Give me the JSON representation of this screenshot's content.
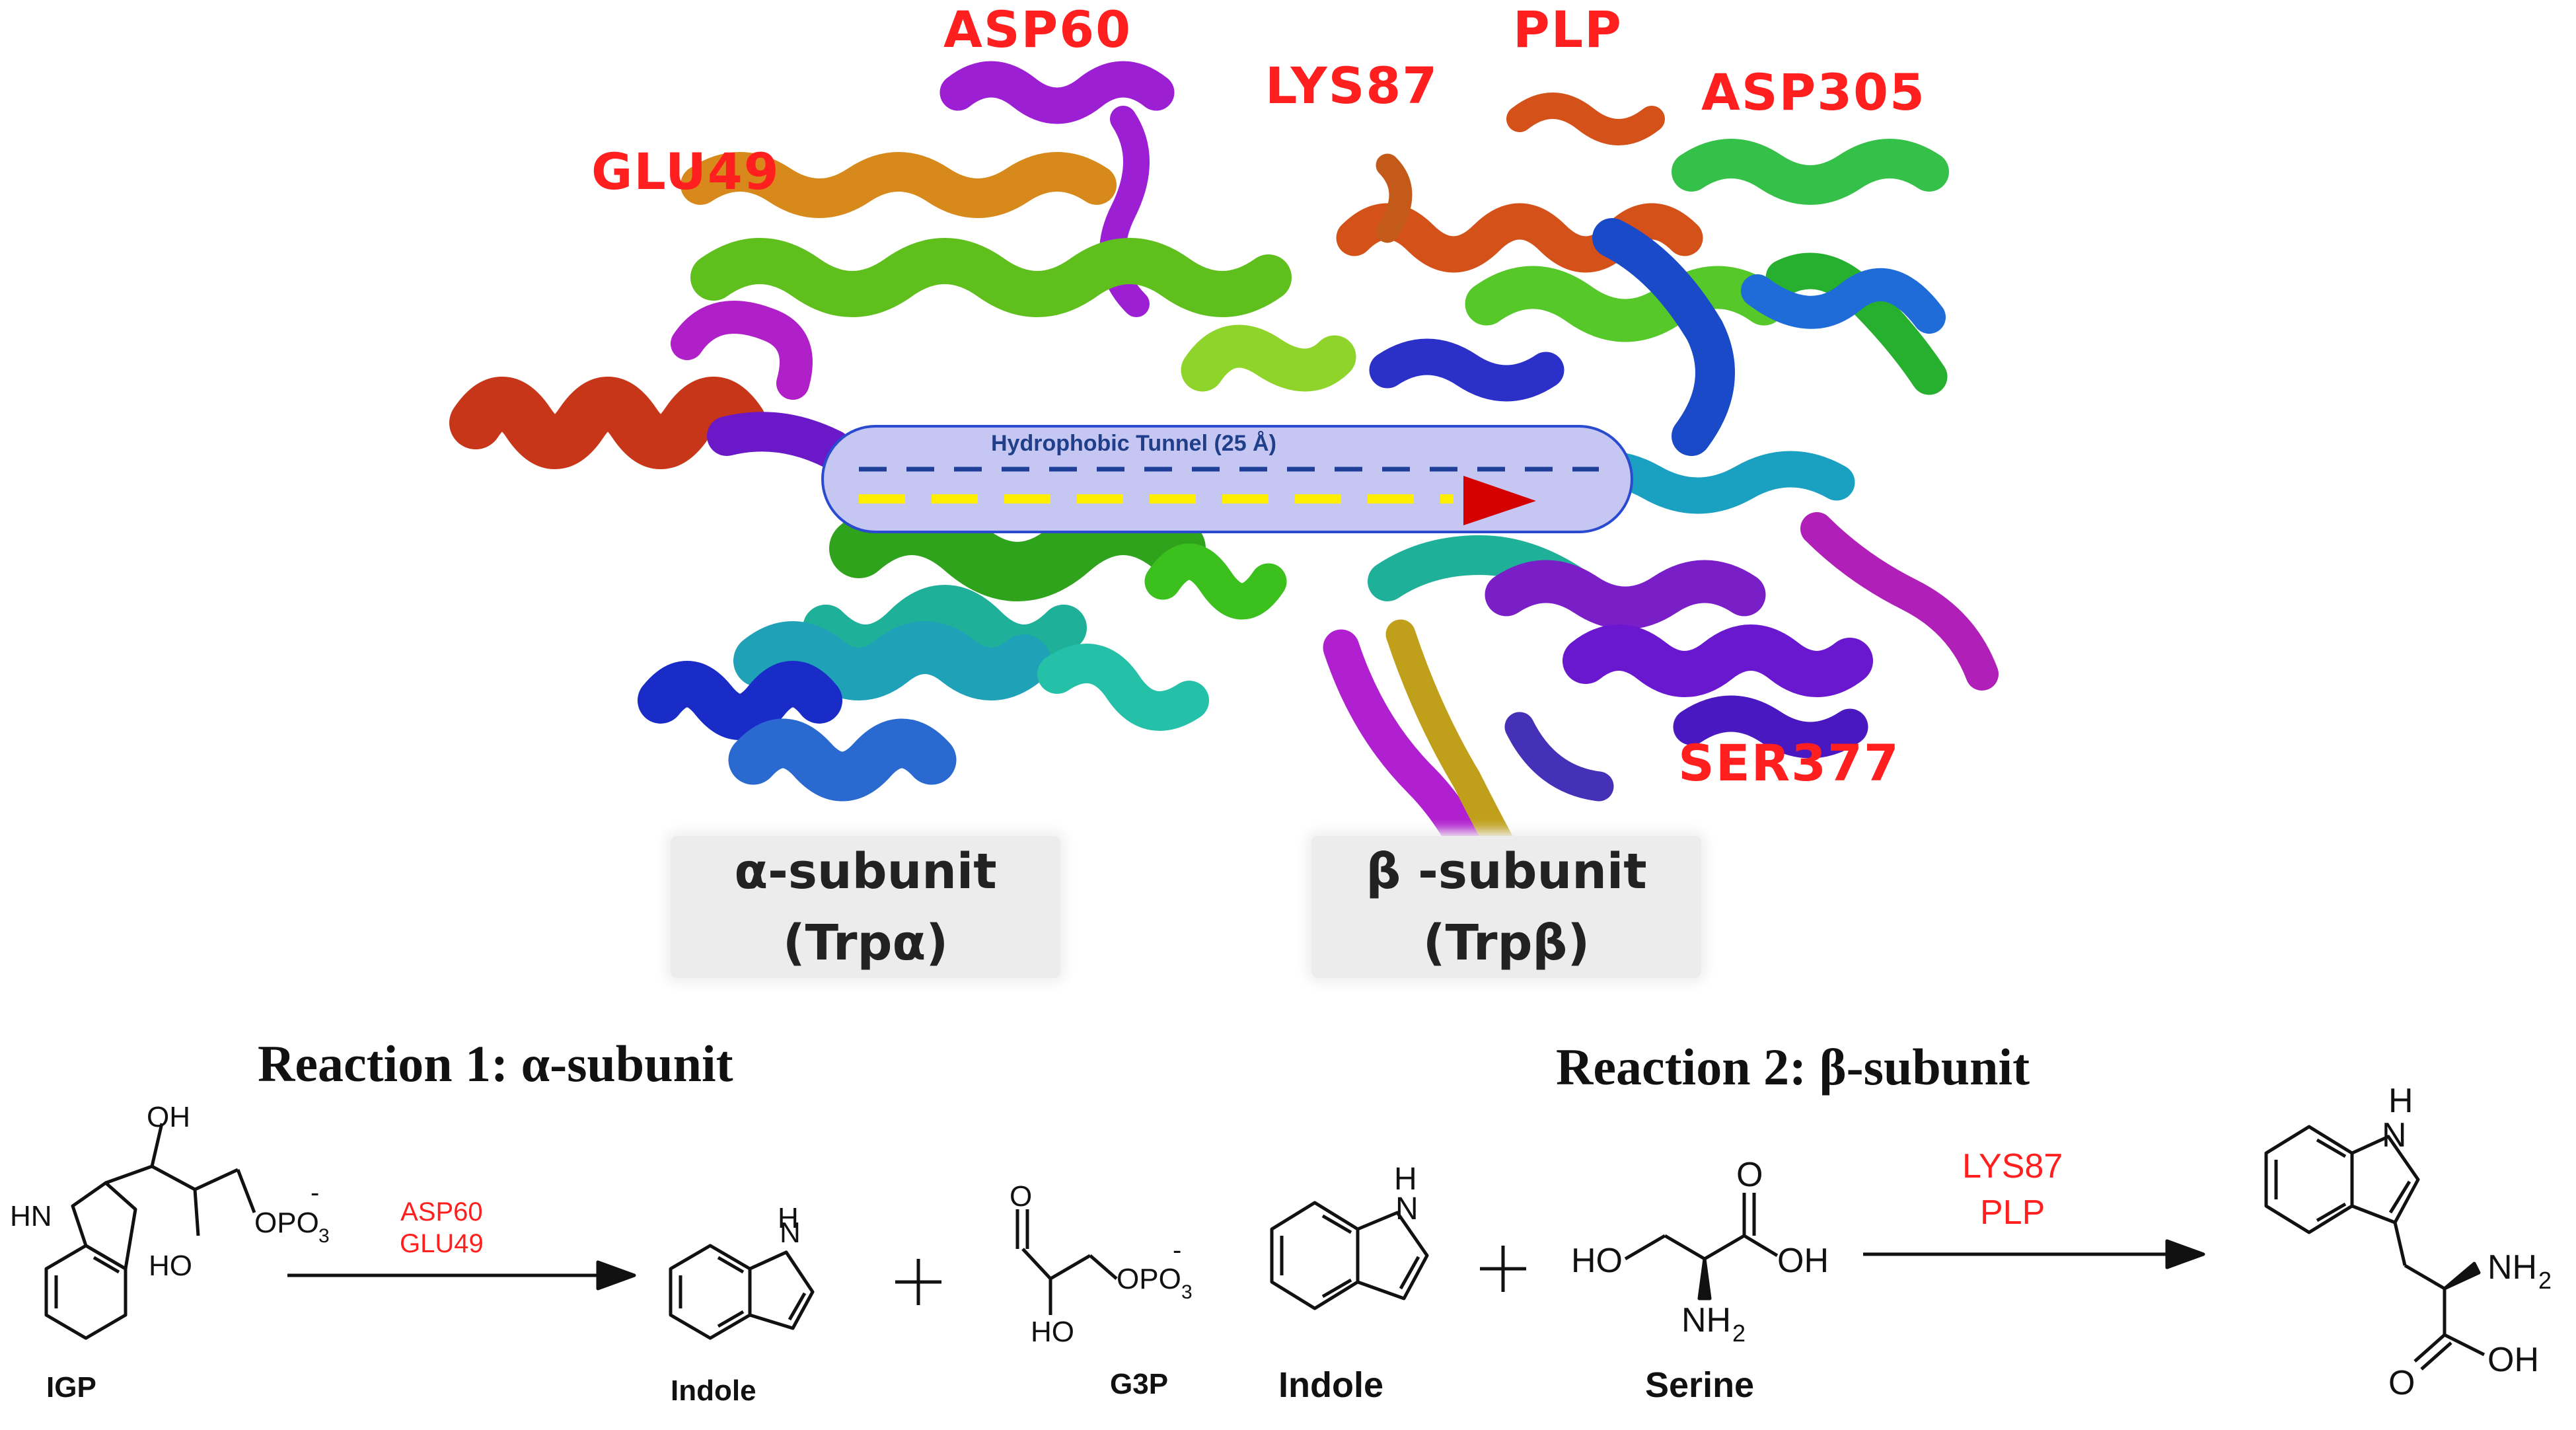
{
  "protein": {
    "residues": {
      "asp60": "ASP60",
      "glu49": "GLU49",
      "lys87": "LYS87",
      "plp": "PLP",
      "asp305": "ASP305",
      "ser377": "SER377"
    },
    "tunnel_label": "Hydrophobic Tunnel (25 Å)",
    "alpha_subunit": {
      "line1": "α-subunit",
      "line2": "(Trpα)"
    },
    "beta_subunit": {
      "line1": "β -subunit",
      "line2": "(Trpβ)"
    }
  },
  "reaction1": {
    "title": "Reaction 1: α-subunit",
    "substrate": "IGP",
    "enzymes": [
      "ASP60",
      "GLU49"
    ],
    "products": [
      "Indole",
      "G3P"
    ],
    "plus": "+"
  },
  "reaction2": {
    "title": "Reaction 2: β-subunit",
    "substrates": [
      "Indole",
      "Serine"
    ],
    "enzymes": [
      "LYS87",
      "PLP"
    ],
    "plus": "+"
  },
  "atoms": {
    "oh": "OH",
    "ho": "HO",
    "hn": "HN",
    "h": "H",
    "o": "O",
    "opo3": "OPO",
    "sub3": "3",
    "minus": "-",
    "nh2": "NH",
    "sub2": "2"
  },
  "colors": {
    "residue_red": "#ff1f1f",
    "tunnel_fill": "#c6c6f2",
    "tunnel_line": "#1f3f99",
    "flow_yellow": "#ffee00",
    "arrow_red": "#d40000"
  }
}
